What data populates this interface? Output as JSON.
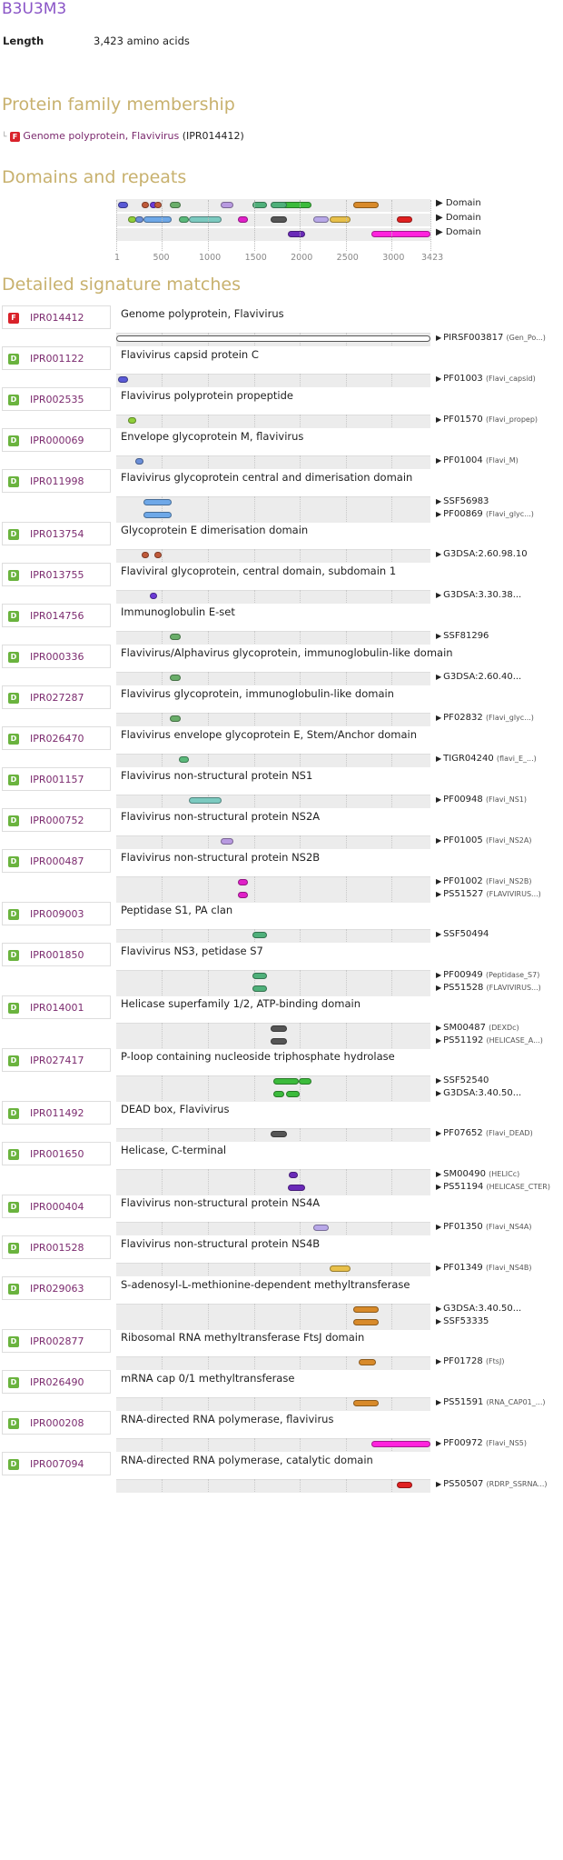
{
  "header": {
    "accession": "B3U3M3",
    "length_label": "Length",
    "length_value": "3,423 amino acids"
  },
  "sections": {
    "family": "Protein family membership",
    "domains": "Domains and repeats",
    "matches": "Detailed signature matches"
  },
  "family": {
    "badge": "F",
    "name": "Genome polyprotein, Flavivirus",
    "id": "(IPR014412)"
  },
  "domain_overview": {
    "row_labels": [
      "Domain",
      "Domain",
      "Domain"
    ],
    "axis_ticks": [
      "1",
      "500",
      "1000",
      "1500",
      "2000",
      "2500",
      "3000",
      "3423"
    ],
    "max": 3423
  },
  "entries": [
    {
      "badge": "F",
      "id": "IPR014412",
      "title": "Genome polyprotein, Flavivirus",
      "sigs": [
        {
          "acc": "PIRSF003817",
          "desc": "(Gen_Po...)"
        }
      ]
    },
    {
      "badge": "D",
      "id": "IPR001122",
      "title": "Flavivirus capsid protein C",
      "sigs": [
        {
          "acc": "PF01003",
          "desc": "(Flavi_capsid)"
        }
      ]
    },
    {
      "badge": "D",
      "id": "IPR002535",
      "title": "Flavivirus polyprotein propeptide",
      "sigs": [
        {
          "acc": "PF01570",
          "desc": "(Flavi_propep)"
        }
      ]
    },
    {
      "badge": "D",
      "id": "IPR000069",
      "title": "Envelope glycoprotein M, flavivirus",
      "sigs": [
        {
          "acc": "PF01004",
          "desc": "(Flavi_M)"
        }
      ]
    },
    {
      "badge": "D",
      "id": "IPR011998",
      "title": "Flavivirus glycoprotein central and dimerisation domain",
      "sigs": [
        {
          "acc": "SSF56983",
          "desc": ""
        },
        {
          "acc": "PF00869",
          "desc": "(Flavi_glyc...)"
        }
      ]
    },
    {
      "badge": "D",
      "id": "IPR013754",
      "title": "Glycoprotein E dimerisation domain",
      "sigs": [
        {
          "acc": "G3DSA:2.60.98.10",
          "desc": ""
        }
      ]
    },
    {
      "badge": "D",
      "id": "IPR013755",
      "title": "Flaviviral glycoprotein, central domain, subdomain 1",
      "sigs": [
        {
          "acc": "G3DSA:3.30.38...",
          "desc": ""
        }
      ]
    },
    {
      "badge": "D",
      "id": "IPR014756",
      "title": "Immunoglobulin E-set",
      "sigs": [
        {
          "acc": "SSF81296",
          "desc": ""
        }
      ]
    },
    {
      "badge": "D",
      "id": "IPR000336",
      "title": "Flavivirus/Alphavirus glycoprotein, immunoglobulin-like domain",
      "sigs": [
        {
          "acc": "G3DSA:2.60.40...",
          "desc": ""
        }
      ]
    },
    {
      "badge": "D",
      "id": "IPR027287",
      "title": "Flavivirus glycoprotein, immunoglobulin-like domain",
      "sigs": [
        {
          "acc": "PF02832",
          "desc": "(Flavi_glyc...)"
        }
      ]
    },
    {
      "badge": "D",
      "id": "IPR026470",
      "title": "Flavivirus envelope glycoprotein E, Stem/Anchor domain",
      "sigs": [
        {
          "acc": "TIGR04240",
          "desc": "(flavi_E_...)"
        }
      ]
    },
    {
      "badge": "D",
      "id": "IPR001157",
      "title": "Flavivirus non-structural protein NS1",
      "sigs": [
        {
          "acc": "PF00948",
          "desc": "(Flavi_NS1)"
        }
      ]
    },
    {
      "badge": "D",
      "id": "IPR000752",
      "title": "Flavivirus non-structural protein NS2A",
      "sigs": [
        {
          "acc": "PF01005",
          "desc": "(Flavi_NS2A)"
        }
      ]
    },
    {
      "badge": "D",
      "id": "IPR000487",
      "title": "Flavivirus non-structural protein NS2B",
      "sigs": [
        {
          "acc": "PF01002",
          "desc": "(Flavi_NS2B)"
        },
        {
          "acc": "PS51527",
          "desc": "(FLAVIVIRUS...)"
        }
      ]
    },
    {
      "badge": "D",
      "id": "IPR009003",
      "title": "Peptidase S1, PA clan",
      "sigs": [
        {
          "acc": "SSF50494",
          "desc": ""
        }
      ]
    },
    {
      "badge": "D",
      "id": "IPR001850",
      "title": "Flavivirus NS3, petidase S7",
      "sigs": [
        {
          "acc": "PF00949",
          "desc": "(Peptidase_S7)"
        },
        {
          "acc": "PS51528",
          "desc": "(FLAVIVIRUS...)"
        }
      ]
    },
    {
      "badge": "D",
      "id": "IPR014001",
      "title": "Helicase superfamily 1/2, ATP-binding domain",
      "sigs": [
        {
          "acc": "SM00487",
          "desc": "(DEXDc)"
        },
        {
          "acc": "PS51192",
          "desc": "(HELICASE_A...)"
        }
      ]
    },
    {
      "badge": "D",
      "id": "IPR027417",
      "title": "P-loop containing nucleoside triphosphate hydrolase",
      "sigs": [
        {
          "acc": "SSF52540",
          "desc": ""
        },
        {
          "acc": "G3DSA:3.40.50...",
          "desc": ""
        }
      ]
    },
    {
      "badge": "D",
      "id": "IPR011492",
      "title": "DEAD box, Flavivirus",
      "sigs": [
        {
          "acc": "PF07652",
          "desc": "(Flavi_DEAD)"
        }
      ]
    },
    {
      "badge": "D",
      "id": "IPR001650",
      "title": "Helicase, C-terminal",
      "sigs": [
        {
          "acc": "SM00490",
          "desc": "(HELICc)"
        },
        {
          "acc": "PS51194",
          "desc": "(HELICASE_CTER)"
        }
      ]
    },
    {
      "badge": "D",
      "id": "IPR000404",
      "title": "Flavivirus non-structural protein NS4A",
      "sigs": [
        {
          "acc": "PF01350",
          "desc": "(Flavi_NS4A)"
        }
      ]
    },
    {
      "badge": "D",
      "id": "IPR001528",
      "title": "Flavivirus non-structural protein NS4B",
      "sigs": [
        {
          "acc": "PF01349",
          "desc": "(Flavi_NS4B)"
        }
      ]
    },
    {
      "badge": "D",
      "id": "IPR029063",
      "title": "S-adenosyl-L-methionine-dependent methyltransferase",
      "sigs": [
        {
          "acc": "G3DSA:3.40.50...",
          "desc": ""
        },
        {
          "acc": "SSF53335",
          "desc": ""
        }
      ]
    },
    {
      "badge": "D",
      "id": "IPR002877",
      "title": "Ribosomal RNA methyltransferase FtsJ domain",
      "sigs": [
        {
          "acc": "PF01728",
          "desc": "(FtsJ)"
        }
      ]
    },
    {
      "badge": "D",
      "id": "IPR026490",
      "title": "mRNA cap 0/1 methyltransferase",
      "sigs": [
        {
          "acc": "PS51591",
          "desc": "(RNA_CAP01_...)"
        }
      ]
    },
    {
      "badge": "D",
      "id": "IPR000208",
      "title": "RNA-directed RNA polymerase, flavivirus",
      "sigs": [
        {
          "acc": "PF00972",
          "desc": "(Flavi_NS5)"
        }
      ]
    },
    {
      "badge": "D",
      "id": "IPR007094",
      "title": "RNA-directed RNA polymerase, catalytic domain",
      "sigs": [
        {
          "acc": "PS50507",
          "desc": "(RDRP_SSRNA...)"
        }
      ]
    }
  ],
  "match_ranges": [
    [
      [
        [
          1,
          3423,
          "#ffffff"
        ]
      ]
    ],
    [
      [
        [
          25,
          130,
          "#5a5ad6"
        ]
      ]
    ],
    [
      [
        [
          125,
          215,
          "#8fcf3a"
        ]
      ]
    ],
    [
      [
        [
          210,
          300,
          "#6b8fd8"
        ]
      ]
    ],
    [
      [
        [
          295,
          600,
          "#6ea8e8"
        ]
      ],
      [
        [
          295,
          600,
          "#6ea8e8"
        ]
      ]
    ],
    [
      [
        [
          280,
          350,
          "#c05a3a"
        ],
        [
          415,
          500,
          "#c05a3a"
        ]
      ]
    ],
    [
      [
        [
          365,
          450,
          "#6b3ad6"
        ]
      ]
    ],
    [
      [
        [
          580,
          700,
          "#6aae6a"
        ]
      ]
    ],
    [
      [
        [
          580,
          700,
          "#6aae6a"
        ]
      ]
    ],
    [
      [
        [
          580,
          700,
          "#6aae6a"
        ]
      ]
    ],
    [
      [
        [
          680,
          790,
          "#5ab87a"
        ]
      ]
    ],
    [
      [
        [
          790,
          1150,
          "#7ccac0"
        ]
      ]
    ],
    [
      [
        [
          1140,
          1280,
          "#b89ae0"
        ]
      ]
    ],
    [
      [
        [
          1330,
          1440,
          "#e020c8"
        ]
      ],
      [
        [
          1330,
          1440,
          "#e020c8"
        ]
      ]
    ],
    [
      [
        [
          1480,
          1640,
          "#4fb07a"
        ]
      ]
    ],
    [
      [
        [
          1480,
          1640,
          "#4fb07a"
        ]
      ],
      [
        [
          1480,
          1640,
          "#4fb07a"
        ]
      ]
    ],
    [
      [
        [
          1680,
          1860,
          "#555555"
        ]
      ],
      [
        [
          1680,
          1860,
          "#555555"
        ]
      ]
    ],
    [
      [
        [
          1710,
          1990,
          "#3cbb3c"
        ],
        [
          1990,
          2130,
          "#3cbb3c"
        ]
      ],
      [
        [
          1710,
          1830,
          "#3cbb3c"
        ],
        [
          1850,
          2000,
          "#3cbb3c"
        ]
      ]
    ],
    [
      [
        [
          1680,
          1860,
          "#555555"
        ]
      ]
    ],
    [
      [
        [
          1880,
          1980,
          "#6a2ab8"
        ]
      ],
      [
        [
          1870,
          2060,
          "#6a2ab8"
        ]
      ]
    ],
    [
      [
        [
          2150,
          2320,
          "#b8a8e8"
        ]
      ]
    ],
    [
      [
        [
          2330,
          2550,
          "#e8c04a"
        ]
      ]
    ],
    [
      [
        [
          2580,
          2860,
          "#d88a2a"
        ]
      ],
      [
        [
          2580,
          2860,
          "#d88a2a"
        ]
      ]
    ],
    [
      [
        [
          2640,
          2830,
          "#d88a2a"
        ]
      ]
    ],
    [
      [
        [
          2580,
          2860,
          "#d88a2a"
        ]
      ]
    ],
    [
      [
        [
          2780,
          3423,
          "#ff22dd"
        ]
      ]
    ],
    [
      [
        [
          3060,
          3230,
          "#e02020"
        ]
      ]
    ]
  ],
  "overview_ranges": [
    [
      [
        25,
        130,
        "#5a5ad6"
      ],
      [
        280,
        350,
        "#c05a3a"
      ],
      [
        365,
        450,
        "#6b3ad6"
      ],
      [
        415,
        500,
        "#c05a3a"
      ],
      [
        580,
        700,
        "#6aae6a"
      ],
      [
        1140,
        1280,
        "#b89ae0"
      ],
      [
        1480,
        1640,
        "#4fb07a"
      ],
      [
        1710,
        2130,
        "#3cbb3c"
      ],
      [
        1680,
        1860,
        "#4fb07a"
      ],
      [
        2580,
        2860,
        "#d88a2a"
      ]
    ],
    [
      [
        125,
        215,
        "#8fcf3a"
      ],
      [
        210,
        300,
        "#6b8fd8"
      ],
      [
        295,
        600,
        "#6ea8e8"
      ],
      [
        680,
        790,
        "#5ab87a"
      ],
      [
        790,
        1150,
        "#7ccac0"
      ],
      [
        1330,
        1440,
        "#e020c8"
      ],
      [
        1680,
        1860,
        "#555555"
      ],
      [
        2150,
        2320,
        "#b8a8e8"
      ],
      [
        2330,
        2550,
        "#e8c04a"
      ],
      [
        3060,
        3230,
        "#e02020"
      ]
    ],
    [
      [
        1870,
        2060,
        "#6a2ab8"
      ],
      [
        2780,
        3423,
        "#ff22dd"
      ]
    ]
  ]
}
